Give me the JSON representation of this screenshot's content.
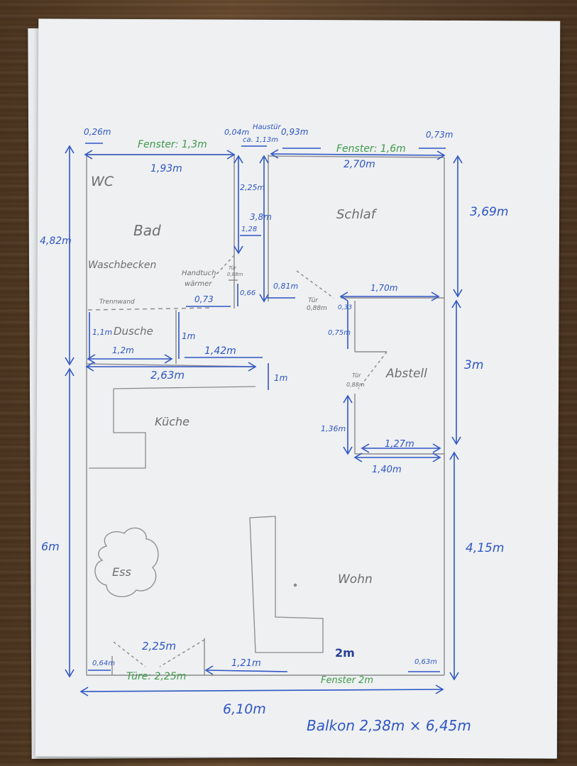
{
  "labels": {
    "wc": "WC",
    "bad": "Bad",
    "waschbecken": "Waschbecken",
    "trennwand": "Trennwand",
    "dusche": "Dusche",
    "handtuch": "Handtuch-",
    "waermer": "wärmer",
    "tuer_bad": "Tür",
    "tuer_bad_w": "0,88m",
    "schlaf": "Schlaf",
    "tuer_schlaf": "Tür",
    "tuer_schlaf_w": "0,88m",
    "abstell": "Abstell",
    "tuer_abstell": "Tür",
    "tuer_abstell_w": "0,88m",
    "kueche": "Küche",
    "ess": "Ess",
    "wohn": "Wohn",
    "haustuer": "Haustür"
  },
  "green_labels": {
    "fenster1": "Fenster: 1,3m",
    "fenster2": "Fenster: 1,6m",
    "tuere": "Türe: 2,25m",
    "fenster3": "Fenster 2m"
  },
  "dims": {
    "d026": "0,26m",
    "d004": "0,04m",
    "d093": "0,93m",
    "d073top": "0,73m",
    "d193": "1,93m",
    "dca113": "ca. 1,13m",
    "d270": "2,70m",
    "d225a": "2,25m",
    "d38": "3,8m",
    "d128": "1,28",
    "d369": "3,69m",
    "d482": "4,82m",
    "d073": "0,73",
    "d066": "0,66",
    "d081": "0,81m",
    "d170": "1,70m",
    "d033": "0,33",
    "d075": "0,75m",
    "d11": "1,1m",
    "d1m_a": "1m",
    "d12": "1,2m",
    "d142": "1,42m",
    "d263": "2,63m",
    "d1m_b": "1m",
    "d3m": "3m",
    "d136": "1,36m",
    "d127": "1,27m",
    "d140": "1,40m",
    "d6m": "6m",
    "d415": "4,15m",
    "d225b": "2,25m",
    "d064": "0,64m",
    "d121": "1,21m",
    "d2m": "2m",
    "d063": "0,63m",
    "d610": "6,10m",
    "balkon": "Balkon 2,38m × 6,45m"
  }
}
